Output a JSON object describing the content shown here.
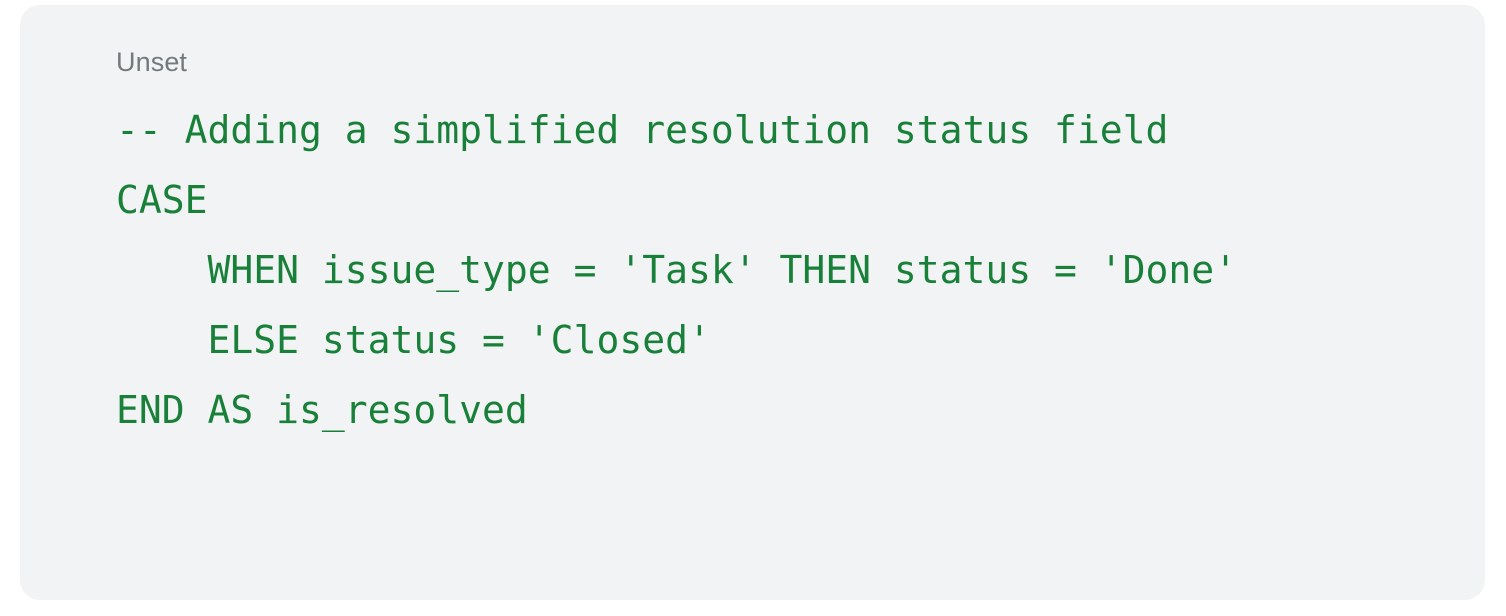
{
  "card": {
    "language_label": "Unset",
    "background_color": "#f1f3f4",
    "label_color": "#74797d",
    "code_color": "#19803a",
    "code": "-- Adding a simplified resolution status field\nCASE\n    WHEN issue_type = 'Task' THEN status = 'Done'\n    ELSE status = 'Closed'\nEND AS is_resolved",
    "code_lines": [
      "-- Adding a simplified resolution status field",
      "CASE",
      "    WHEN issue_type = 'Task' THEN status = 'Done'",
      "    ELSE status = 'Closed'",
      "END AS is_resolved"
    ]
  }
}
